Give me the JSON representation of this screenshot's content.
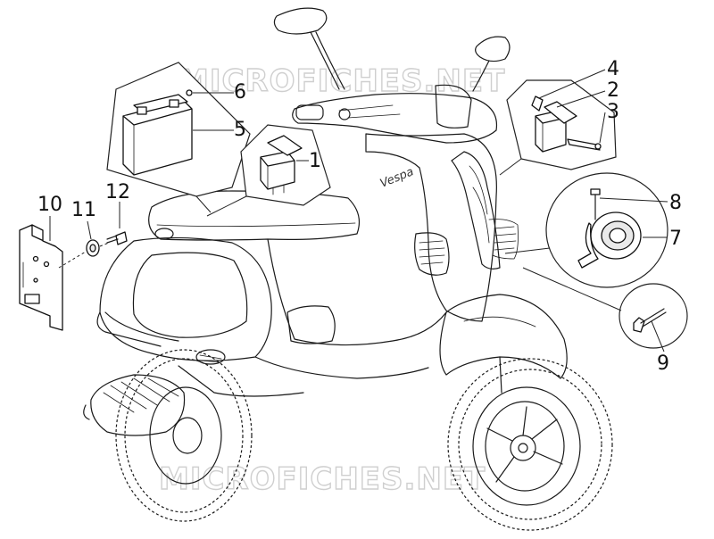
{
  "watermark": {
    "top": "MICROFICHES.NET",
    "bottom": "MICROFICHES.NET"
  },
  "scooter": {
    "badge": "Vespa"
  },
  "callouts": [
    {
      "number": "1",
      "part": "relay"
    },
    {
      "number": "2",
      "part": "flasher-relay"
    },
    {
      "number": "3",
      "part": "flasher-screw"
    },
    {
      "number": "4",
      "part": "flasher-bracket"
    },
    {
      "number": "5",
      "part": "battery"
    },
    {
      "number": "6",
      "part": "battery-terminal"
    },
    {
      "number": "7",
      "part": "horn"
    },
    {
      "number": "8",
      "part": "horn-screw"
    },
    {
      "number": "9",
      "part": "bolt"
    },
    {
      "number": "10",
      "part": "bracket-plate"
    },
    {
      "number": "11",
      "part": "washer"
    },
    {
      "number": "12",
      "part": "screw"
    }
  ]
}
